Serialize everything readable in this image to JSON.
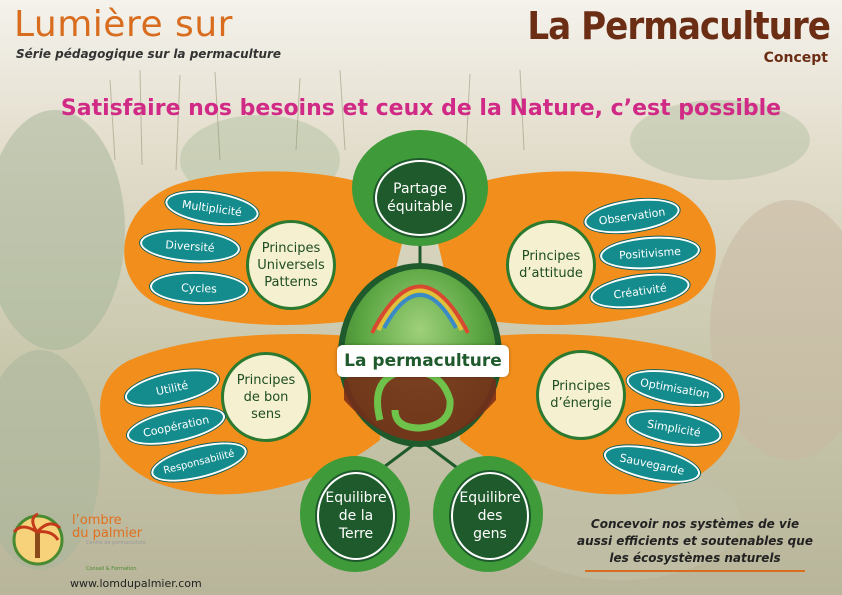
{
  "header": {
    "series_title": "Lumière sur",
    "series_subtitle": "Série pédagogique sur la permaculture",
    "main_title": "La Permaculture",
    "main_subtitle": "Concept"
  },
  "tagline": "Satisfaire nos besoins et ceux de la Nature, c’est possible",
  "center": {
    "label": "La permaculture"
  },
  "nodes": {
    "partage": [
      "Partage",
      "équitable"
    ],
    "universels": [
      "Principes",
      "Universels",
      "Patterns"
    ],
    "attitude": [
      "Principes",
      "d’attitude"
    ],
    "bon_sens": [
      "Principes",
      "de bon",
      "sens"
    ],
    "energie": [
      "Principes",
      "d’énergie"
    ],
    "terre": [
      "Equilibre",
      "de la",
      "Terre"
    ],
    "gens": [
      "Equilibre",
      "des",
      "gens"
    ]
  },
  "pills": {
    "universels": [
      "Multiplicité",
      "Diversité",
      "Cycles"
    ],
    "attitude": [
      "Observation",
      "Positivisme",
      "Créativité"
    ],
    "bon_sens": [
      "Utilité",
      "Coopération",
      "Responsabilité"
    ],
    "energie": [
      "Optimisation",
      "Simplicité",
      "Sauvegarde"
    ]
  },
  "footer": {
    "lines": [
      "Concevoir nos systèmes de vie",
      "aussi efficients et soutenables que",
      "les écosystèmes naturels"
    ]
  },
  "logo": {
    "name_line1": "l’ombre",
    "name_line2": "du palmier",
    "tagline1": "Centre de permaculture",
    "tagline2": "Conseil & Formation",
    "website": "www.lomdupalmier.com"
  },
  "colors": {
    "orange": "#f18e1c",
    "dark_green": "#1e5a2b",
    "teal": "#148b8c",
    "magenta": "#d12a86",
    "brown": "#6b2e14"
  }
}
